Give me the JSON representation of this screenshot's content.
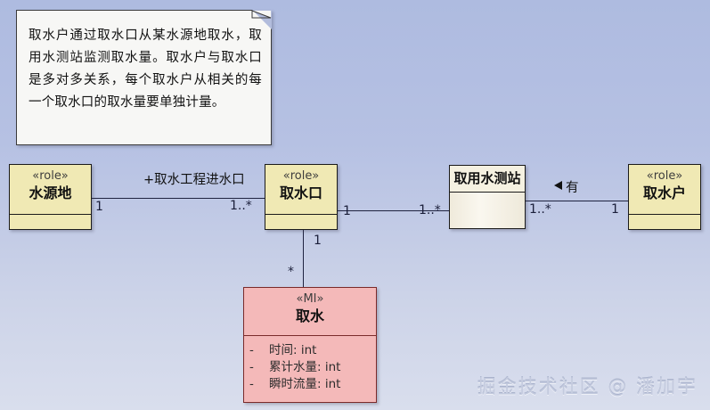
{
  "diagram": {
    "type": "uml-class-diagram",
    "background": {
      "gradient_top": "#aebbe0",
      "gradient_bottom": "#d9deed"
    }
  },
  "note": {
    "text": "取水户通过取水口从某水源地取水，取用水测站监测取水量。取水户与取水口是多对多关系，每个取水户从相关的每一个取水口的取水量要单独计量。",
    "fill": "#f7f7f5"
  },
  "classes": [
    {
      "id": "shuiyuandi",
      "stereotype": "«role»",
      "name": "水源地",
      "fill": "#f0e9b4",
      "attributes": []
    },
    {
      "id": "qushuikou",
      "stereotype": "«role»",
      "name": "取水口",
      "fill": "#f0e9b4",
      "attributes": []
    },
    {
      "id": "quyongshuicezhan",
      "stereotype": "",
      "name": "取用水测站",
      "fill": "#f5f1e1",
      "attributes": []
    },
    {
      "id": "qushuihu",
      "stereotype": "«role»",
      "name": "取水户",
      "fill": "#f0e9b4",
      "attributes": []
    },
    {
      "id": "qushui",
      "stereotype": "«MI»",
      "name": "取水",
      "fill": "#f4b9b9",
      "attributes": [
        {
          "visibility": "-",
          "text": "时间: int"
        },
        {
          "visibility": "-",
          "text": "累计水量: int"
        },
        {
          "visibility": "-",
          "text": "瞬时流量: int"
        }
      ]
    }
  ],
  "associations": [
    {
      "id": "assoc-1",
      "from": "水源地",
      "to": "取水口",
      "role_label": "+取水工程进水口",
      "source_multiplicity": "1",
      "target_multiplicity": "1..*"
    },
    {
      "id": "assoc-2",
      "from": "取水口",
      "to": "取用水测站",
      "role_label": "",
      "source_multiplicity": "1",
      "target_multiplicity": "1..*"
    },
    {
      "id": "assoc-3",
      "from": "取用水测站",
      "to": "取水户",
      "role_label": "有",
      "navigation_icon": "left-triangle-icon",
      "source_multiplicity": "1..*",
      "target_multiplicity": "1"
    },
    {
      "id": "assoc-4",
      "from": "取水口",
      "to": "取水",
      "role_label": "",
      "source_multiplicity": "1",
      "target_multiplicity": "*"
    }
  ],
  "watermark": {
    "text": "掘金技术社区 @ 潘加宇"
  }
}
